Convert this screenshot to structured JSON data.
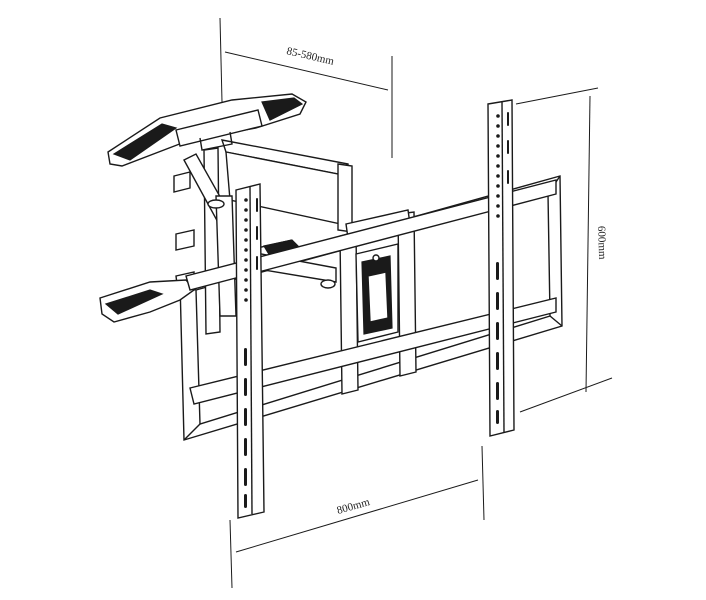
{
  "dimensions": {
    "arm_extension": "85-580mm",
    "height": "600mm",
    "width": "800mm"
  },
  "colors": {
    "stroke": "#1a1a1a",
    "background": "#ffffff"
  }
}
